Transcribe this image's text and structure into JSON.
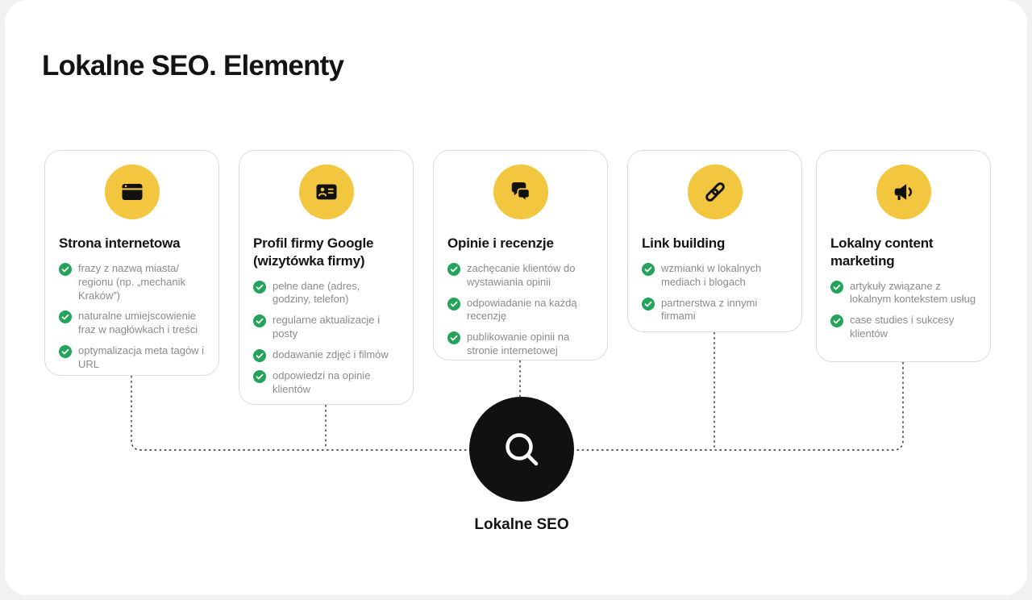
{
  "page": {
    "title": "Lokalne SEO. Elementy",
    "center": {
      "label": "Lokalne SEO",
      "icon": "magnifier-icon"
    }
  },
  "colors": {
    "background": "#F1F1EF",
    "sheet": "#FFFFFF",
    "accent_yellow": "#F3C63F",
    "check_green": "#24A35A",
    "text_primary": "#141414",
    "text_secondary": "#8B8B8B",
    "center_circle": "#111111",
    "connector": "#2B2B2B"
  },
  "cards": [
    {
      "title": "Strona internetowa",
      "icon": "browser-window-icon",
      "items": [
        "frazy z nazwą miasta/ regionu (np. „mechanik Kraków”)",
        "naturalne umiejscowienie fraz w nagłówkach i treści",
        "optymalizacja meta tagów i URL"
      ]
    },
    {
      "title": "Profil firmy Google (wizytówka firmy)",
      "icon": "contact-card-icon",
      "items": [
        "pełne dane (adres, godziny, telefon)",
        "regularne aktualizacje i posty",
        "dodawanie zdjęć i filmów",
        "odpowiedzi na opinie klientów"
      ]
    },
    {
      "title": "Opinie i recenzje",
      "icon": "chat-bubbles-icon",
      "items": [
        "zachęcanie klientów do wystawiania opinii",
        "odpowiadanie na każdą recenzję",
        "publikowanie opinii na stronie internetowej"
      ]
    },
    {
      "title": "Link building",
      "icon": "link-icon",
      "items": [
        "wzmianki w lokalnych mediach i blogach",
        "partnerstwa z innymi firmami"
      ]
    },
    {
      "title": "Lokalny content marketing",
      "icon": "megaphone-icon",
      "items": [
        "artykuły związane z lokalnym kontekstem usług",
        "case studies i sukcesy klientów"
      ]
    }
  ]
}
